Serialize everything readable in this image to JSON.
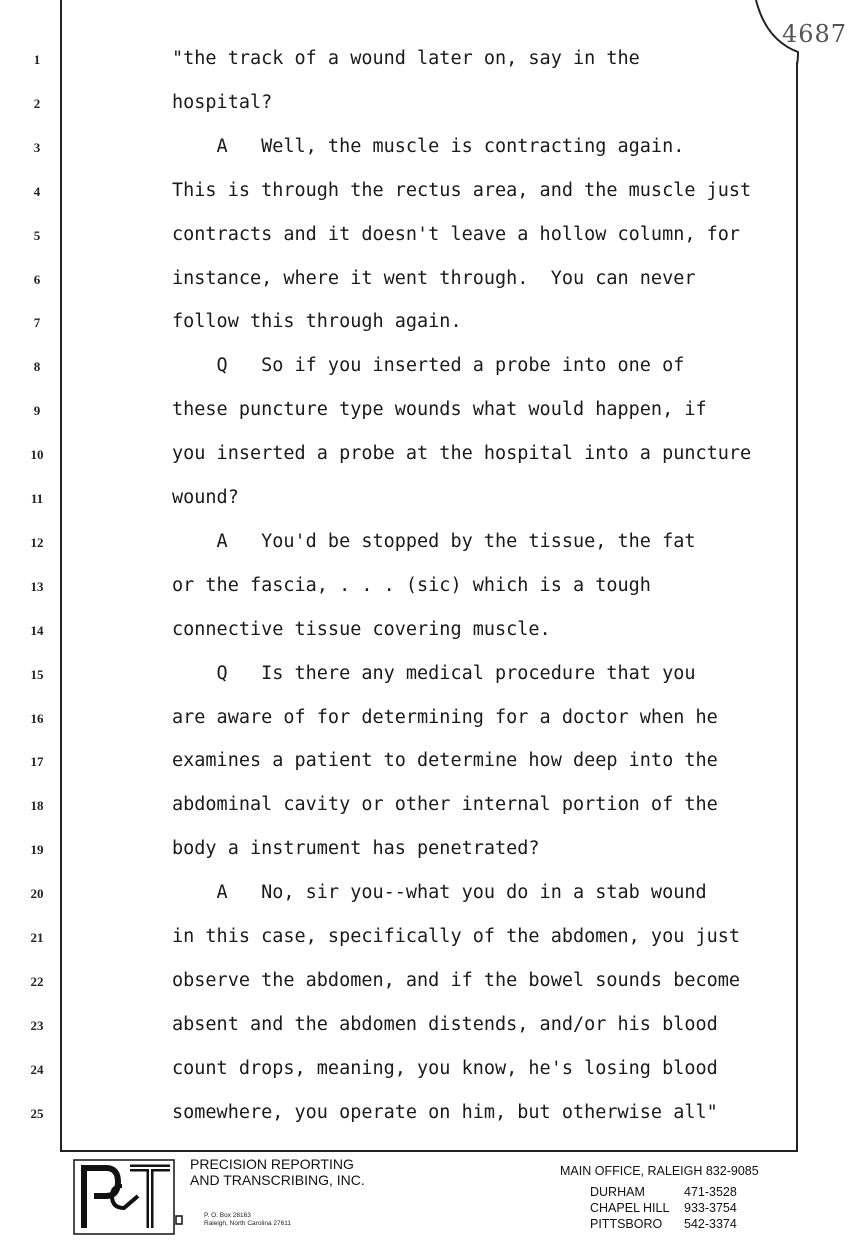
{
  "page_number": "4687",
  "transcript": {
    "lines": [
      {
        "n": "1",
        "text": "\"the track of a wound later on, say in the"
      },
      {
        "n": "2",
        "text": "hospital?"
      },
      {
        "n": "3",
        "text": "    A   Well, the muscle is contracting again."
      },
      {
        "n": "4",
        "text": "This is through the rectus area, and the muscle just"
      },
      {
        "n": "5",
        "text": "contracts and it doesn't leave a hollow column, for"
      },
      {
        "n": "6",
        "text": "instance, where it went through.  You can never"
      },
      {
        "n": "7",
        "text": "follow this through again."
      },
      {
        "n": "8",
        "text": "    Q   So if you inserted a probe into one of"
      },
      {
        "n": "9",
        "text": "these puncture type wounds what would happen, if"
      },
      {
        "n": "10",
        "text": "you inserted a probe at the hospital into a puncture"
      },
      {
        "n": "11",
        "text": "wound?"
      },
      {
        "n": "12",
        "text": "    A   You'd be stopped by the tissue, the fat"
      },
      {
        "n": "13",
        "text": "or the fascia, . . . (sic) which is a tough"
      },
      {
        "n": "14",
        "text": "connective tissue covering muscle."
      },
      {
        "n": "15",
        "text": "    Q   Is there any medical procedure that you"
      },
      {
        "n": "16",
        "text": "are aware of for determining for a doctor when he"
      },
      {
        "n": "17",
        "text": "examines a patient to determine how deep into the"
      },
      {
        "n": "18",
        "text": "abdominal cavity or other internal portion of the"
      },
      {
        "n": "19",
        "text": "body a instrument has penetrated?"
      },
      {
        "n": "20",
        "text": "    A   No, sir you--what you do in a stab wound"
      },
      {
        "n": "21",
        "text": "in this case, specifically of the abdomen, you just"
      },
      {
        "n": "22",
        "text": "observe the abdomen, and if the bowel sounds become"
      },
      {
        "n": "23",
        "text": "absent and the abdomen distends, and/or his blood"
      },
      {
        "n": "24",
        "text": "count drops, meaning, you know, he's losing blood"
      },
      {
        "n": "25",
        "text": "somewhere, you operate on him, but otherwise all\""
      }
    ]
  },
  "footer": {
    "logo_text": "P&T",
    "company_line1": "PRECISION REPORTING",
    "company_line2": "AND TRANSCRIBING, INC.",
    "address_line1": "P. O. Box 28163",
    "address_line2": "Raleigh, North Carolina  27611",
    "main_office": "MAIN OFFICE, RALEIGH  832-9085",
    "offices": [
      {
        "city": "DURHAM",
        "phone": "471-3528"
      },
      {
        "city": "CHAPEL HILL",
        "phone": "933-3754"
      },
      {
        "city": "PITTSBORO",
        "phone": "542-3374"
      }
    ]
  }
}
